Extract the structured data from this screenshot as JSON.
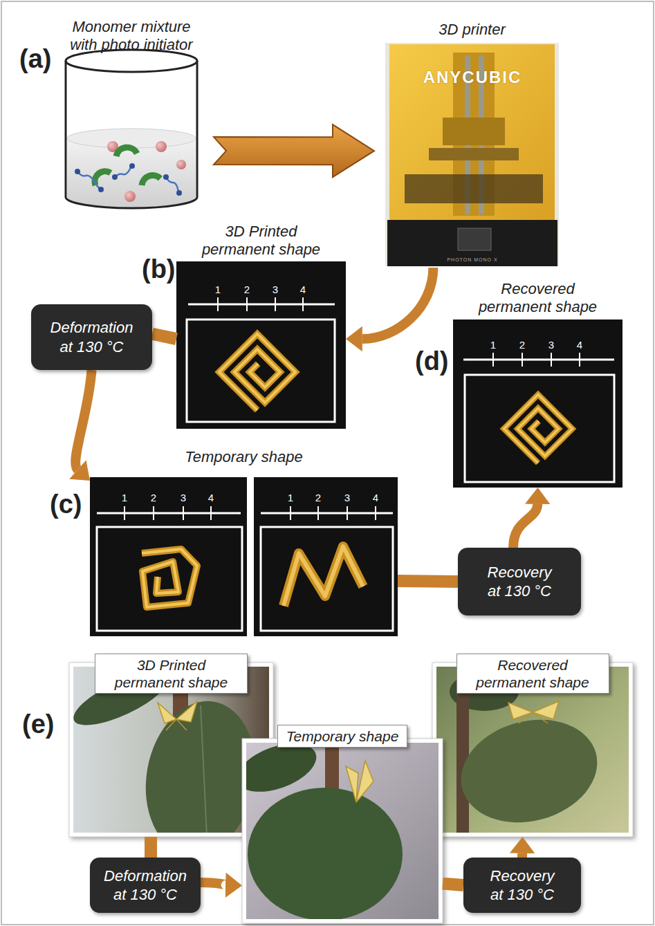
{
  "diagram": {
    "nodes": [
      {
        "text": [
          "Monomer mixture with photo initiator"
        ]
      },
      {
        "text": [
          "3D printer"
        ]
      },
      {
        "text": [
          "3D Printed permanent shape"
        ]
      },
      {
        "text": [
          "Deformation at 130 °C"
        ]
      },
      {
        "text": [
          "Temporary shape"
        ]
      },
      {
        "text": [
          "Recovery at 130 °C"
        ]
      },
      {
        "text": [
          "Recovered permanent shape"
        ]
      },
      {
        "text": [
          "3D Printed permanent shape"
        ]
      },
      {
        "text": [
          "Deformation at 130 °C"
        ]
      },
      {
        "text": [
          "Temporary shape"
        ]
      },
      {
        "text": [
          "Recovery at 130 °C"
        ]
      },
      {
        "text": [
          "Recovered permanent shape"
        ]
      }
    ],
    "edges": [
      {
        "from": 0,
        "to": 1,
        "arrow": "to"
      },
      {
        "from": 1,
        "to": 2,
        "arrow": "to"
      },
      {
        "from": 2,
        "to": 3,
        "arrow": "none"
      },
      {
        "from": 3,
        "to": 4,
        "arrow": "to"
      },
      {
        "from": 4,
        "to": 5,
        "arrow": "none"
      },
      {
        "from": 5,
        "to": 6,
        "arrow": "to"
      },
      {
        "from": 7,
        "to": 8,
        "arrow": "none"
      },
      {
        "from": 8,
        "to": 9,
        "arrow": "to"
      },
      {
        "from": 9,
        "to": 10,
        "arrow": "none"
      },
      {
        "from": 10,
        "to": 11,
        "arrow": "to"
      }
    ],
    "labels": [
      "(a)",
      "ANYCUBIC",
      "PHOTON MONO X",
      "(b)",
      "1",
      "2",
      "3",
      "4",
      "(c)",
      "1",
      "2",
      "3",
      "4",
      "1",
      "2",
      "3",
      "4",
      "(d)",
      "1",
      "2",
      "3",
      "4",
      "(e)"
    ]
  }
}
